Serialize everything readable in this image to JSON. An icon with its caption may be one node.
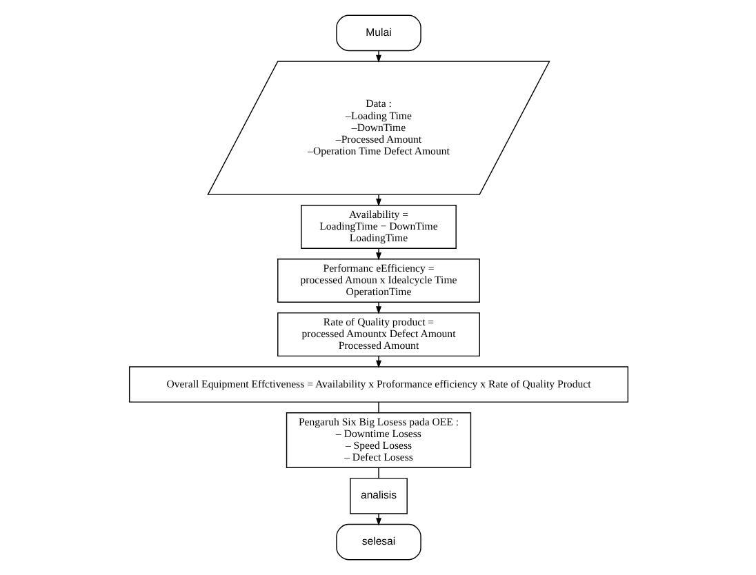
{
  "diagram": {
    "nodes": [
      {
        "text": [
          "Mulai"
        ]
      },
      {
        "text": [
          "Data :",
          "–Loading Time",
          "–DownTime",
          "–Processed Amount",
          "–Operation Time Defect Amount"
        ]
      },
      {
        "text": [
          "Availability =",
          "LoadingTime − DownTime",
          "LoadingTime"
        ]
      },
      {
        "text": [
          "Performanc eEfficiency =",
          "processed Amoun x Idealcycle Time",
          "OperationTime"
        ]
      },
      {
        "text": [
          "Rate of Quality product =",
          "processed Amountx Defect Amount",
          "Processed Amount"
        ]
      },
      {
        "text": [
          "Overall Equipment Effctiveness = Availability x Proformance efficiency x Rate of Quality Product"
        ]
      },
      {
        "text": [
          "Pengaruh Six Big Losess pada OEE :",
          "– Downtime Losess",
          "– Speed Losess",
          "– Defect Losess"
        ]
      },
      {
        "text": [
          "analisis"
        ]
      },
      {
        "text": [
          "selesai"
        ]
      }
    ],
    "edges": [
      {
        "from": 0,
        "to": 1,
        "arrow": "to"
      },
      {
        "from": 1,
        "to": 2,
        "arrow": "to"
      },
      {
        "from": 2,
        "to": 3,
        "arrow": "to"
      },
      {
        "from": 3,
        "to": 4,
        "arrow": "to"
      },
      {
        "from": 4,
        "to": 5,
        "arrow": "to"
      },
      {
        "from": 5,
        "to": 6,
        "arrow": "none"
      },
      {
        "from": 6,
        "to": 7,
        "arrow": "none"
      },
      {
        "from": 7,
        "to": 8,
        "arrow": "to"
      }
    ]
  }
}
